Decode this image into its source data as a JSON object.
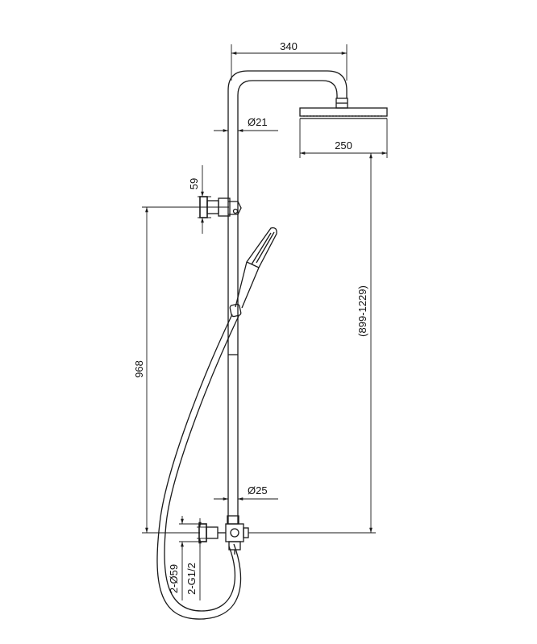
{
  "dimensions": {
    "top_width": "340",
    "pipe_diameter_top": "Ø21",
    "head_width": "250",
    "bracket_height": "59",
    "height_total": "968",
    "height_adjustable": "(899-1229)",
    "pipe_diameter_bottom": "Ø25",
    "flange_diameter": "2-Ø59",
    "thread_size": "2-G1/2"
  }
}
